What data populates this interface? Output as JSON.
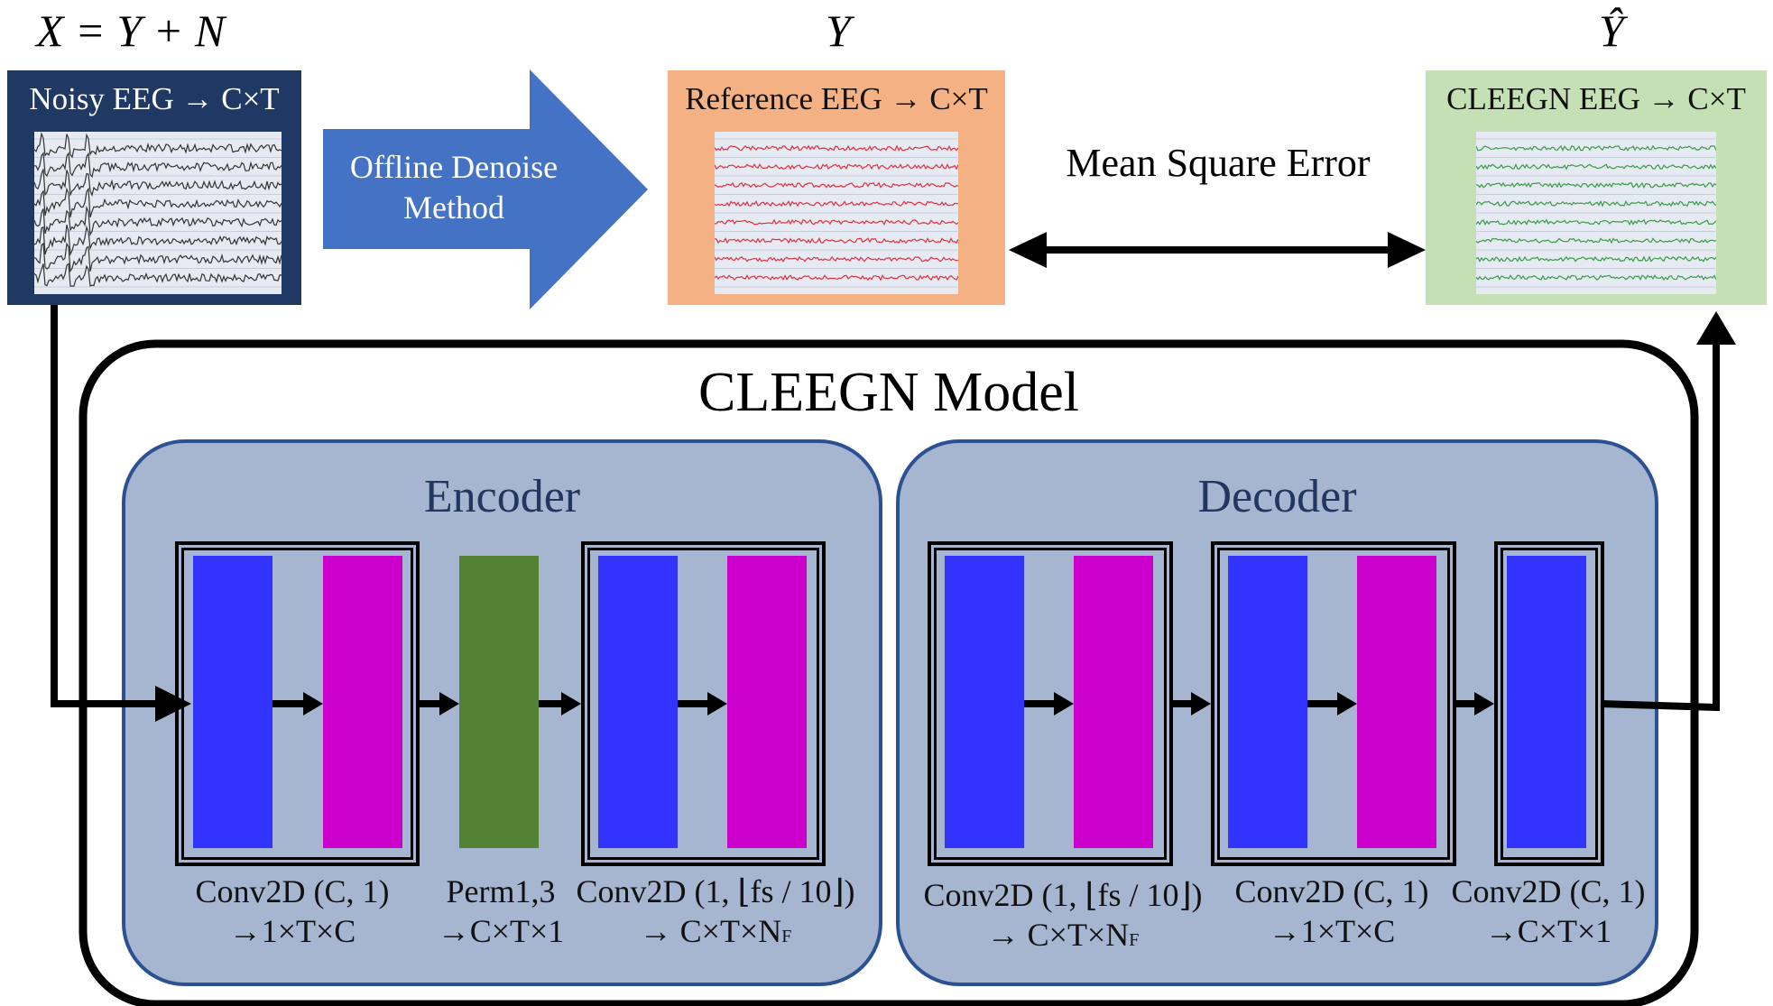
{
  "equations": {
    "input": "X = Y + N",
    "reference": "Y",
    "output": "Ŷ"
  },
  "boxes": {
    "noisy": "Noisy EEG → C×T",
    "reference": "Reference EEG → C×T",
    "cleegn": "CLEEGN EEG → C×T"
  },
  "denoise_arrow": {
    "line1": "Offline Denoise",
    "line2": "Method"
  },
  "loss_label": "Mean Square Error",
  "model_title": "CLEEGN Model",
  "encoder": {
    "title": "Encoder",
    "labels": [
      {
        "line1": "Conv2D (C, 1)",
        "line2": "→1×T×C"
      },
      {
        "line1": "Perm1,3",
        "line2": "→C×T×1"
      },
      {
        "line1": "Conv2D (1, ⌊fs / 10⌋)",
        "line2": "→ C×T×N",
        "sub": "F"
      }
    ]
  },
  "decoder": {
    "title": "Decoder",
    "labels": [
      {
        "line1": "Conv2D (1, ⌊fs / 10⌋)",
        "line2": "→ C×T×N",
        "sub": "F"
      },
      {
        "line1": "Conv2D (C, 1)",
        "line2": "→1×T×C"
      },
      {
        "line1": "Conv2D (C, 1)",
        "line2": "→C×T×1"
      }
    ]
  },
  "colors": {
    "navy_box": "#1f3864",
    "denoise_arrow": "#4472c4",
    "reference_box": "#f4b183",
    "cleegn_box": "#c5e0b4",
    "panel_fill": "#a6b5d0",
    "panel_border": "#2c5193",
    "conv_block": "#3333ff",
    "norm_block": "#cc00cc",
    "permute_block": "#548235",
    "noisy_trace": "#333333",
    "reference_trace": "#e03040",
    "cleegn_trace": "#3a9a45"
  }
}
